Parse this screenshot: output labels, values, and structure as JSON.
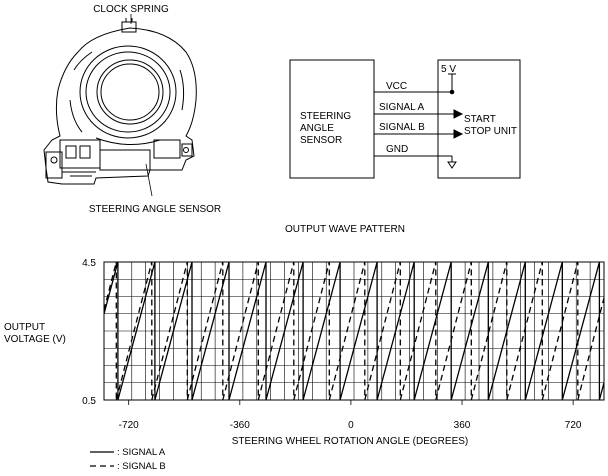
{
  "component_labels": {
    "clock_spring": "CLOCK SPRING",
    "steering_angle_sensor": "STEERING ANGLE SENSOR"
  },
  "block_diagram": {
    "sensor_box": [
      "STEERING",
      "ANGLE",
      "SENSOR"
    ],
    "unit_box": [
      "START",
      "STOP UNIT"
    ],
    "wires": [
      "VCC",
      "SIGNAL A",
      "SIGNAL B",
      "GND"
    ],
    "supply": "5 V"
  },
  "chart_data": {
    "type": "line",
    "title": "OUTPUT WAVE PATTERN",
    "xlabel": "STEERING WHEEL ROTATION ANGLE (DEGREES)",
    "ylabel": [
      "OUTPUT",
      "VOLTAGE (V)"
    ],
    "xlim": [
      -800,
      820
    ],
    "ylim": [
      0.5,
      4.5
    ],
    "xticks": [
      -720,
      -360,
      0,
      360,
      720
    ],
    "xtick_labels": [
      "-720",
      "-360",
      "0",
      "360",
      "720"
    ],
    "yticks": [
      0.5,
      4.5
    ],
    "ytick_labels": [
      "0.5",
      "4.5"
    ],
    "grid": true,
    "series": [
      {
        "name": "SIGNAL A",
        "style": "solid",
        "period_deg": 120,
        "breaks_deg": [
          -755,
          -635,
          -515,
          -395,
          -275,
          -155,
          -35,
          85,
          205,
          325,
          445,
          565,
          685,
          805
        ]
      },
      {
        "name": "SIGNAL B",
        "style": "dashed",
        "period_deg": 115,
        "breaks_deg": [
          -760,
          -645,
          -530,
          -415,
          -300,
          -185,
          -70,
          45,
          160,
          275,
          390,
          505,
          620,
          735
        ]
      }
    ],
    "legend": [
      {
        "key": "solid",
        "label": ": SIGNAL A"
      },
      {
        "key": "dashed",
        "label": ": SIGNAL B"
      }
    ]
  }
}
